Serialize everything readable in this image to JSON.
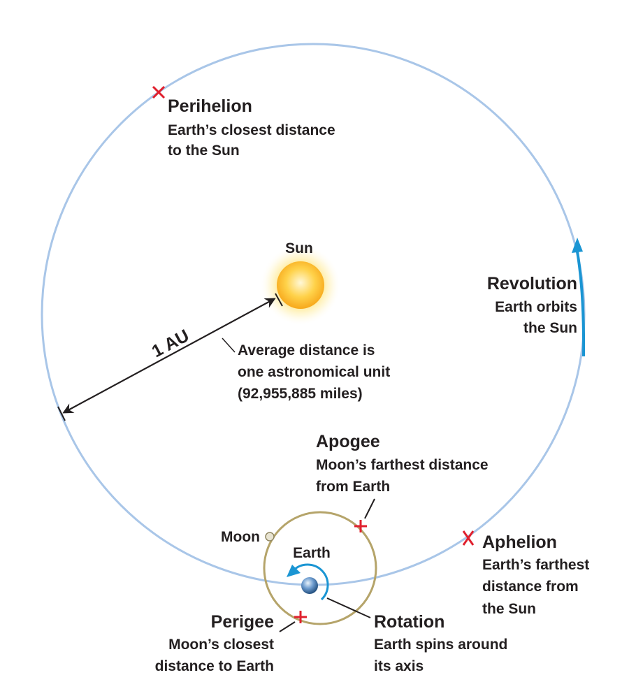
{
  "colors": {
    "orbit": "#a9c6e8",
    "moon_orbit": "#b5a46a",
    "marker": "#e0202e",
    "arrow": "#1a95d3",
    "text": "#231f20"
  },
  "sun": {
    "label": "Sun"
  },
  "perihelion": {
    "title": "Perihelion",
    "line1": "Earth’s closest distance",
    "line2": "to the Sun"
  },
  "revolution": {
    "title": "Revolution",
    "line1": "Earth orbits",
    "line2": "the Sun"
  },
  "au": {
    "label": "1 AU",
    "line1": "Average distance is",
    "line2": "one astronomical unit",
    "line3": "(92,955,885 miles)"
  },
  "apogee": {
    "title": "Apogee",
    "line1": "Moon’s farthest distance",
    "line2": "from Earth"
  },
  "aphelion": {
    "title": "Aphelion",
    "line1": "Earth’s farthest",
    "line2": "distance from",
    "line3": "the Sun"
  },
  "moon": {
    "label": "Moon"
  },
  "earth": {
    "label": "Earth"
  },
  "perigee": {
    "title": "Perigee",
    "line1": "Moon’s closest",
    "line2": "distance to Earth"
  },
  "rotation": {
    "title": "Rotation",
    "line1": "Earth spins around",
    "line2": "its axis"
  }
}
